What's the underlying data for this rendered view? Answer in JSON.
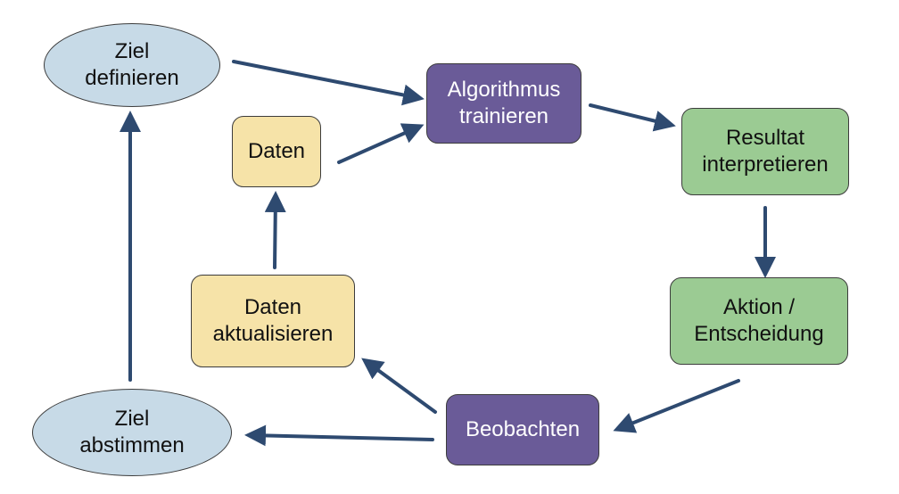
{
  "colors": {
    "arrow": "#2e4a70",
    "goal_fill": "#c7dae7",
    "data_fill": "#f6e3a8",
    "algo_fill": "#6a5b98",
    "result_fill": "#9bcb93"
  },
  "nodes": {
    "ziel_definieren": {
      "lines": [
        "Ziel",
        "definieren"
      ]
    },
    "algorithmus_trainieren": {
      "lines": [
        "Algorithmus",
        "trainieren"
      ]
    },
    "daten": {
      "lines": [
        "Daten"
      ]
    },
    "resultat_interpretieren": {
      "lines": [
        "Resultat",
        "interpretieren"
      ]
    },
    "aktion_entscheidung": {
      "lines": [
        "Aktion /",
        "Entscheidung"
      ]
    },
    "daten_aktualisieren": {
      "lines": [
        "Daten",
        "aktualisieren"
      ]
    },
    "beobachten": {
      "lines": [
        "Beobachten"
      ]
    },
    "ziel_abstimmen": {
      "lines": [
        "Ziel",
        "abstimmen"
      ]
    }
  }
}
